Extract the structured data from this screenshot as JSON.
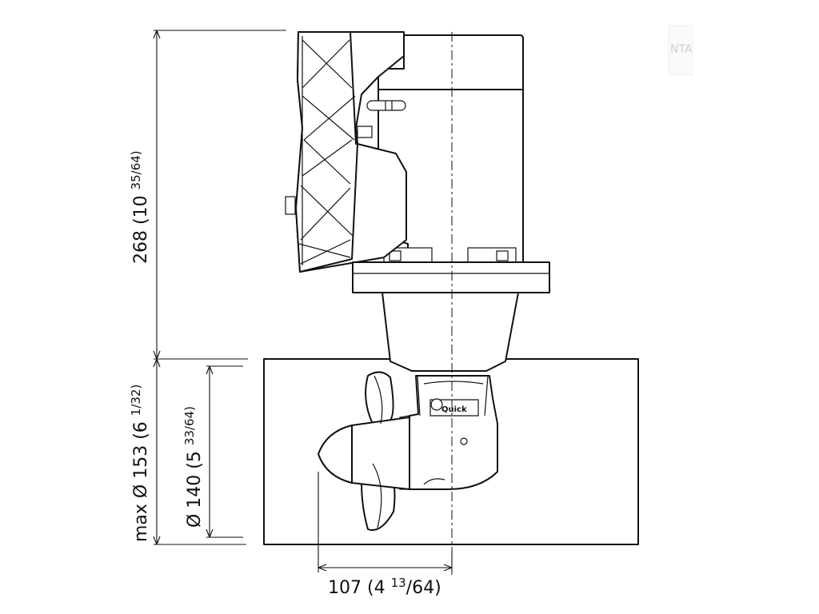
{
  "drawing": {
    "dimensions": {
      "height": {
        "main": "268 (10 ",
        "fraction": "35/64)"
      },
      "tunnel_max": {
        "main": "max Ø 153 (6 ",
        "fraction": "1/32)"
      },
      "tunnel_inner": {
        "main": "Ø 140 (5 ",
        "fraction": "33/64)"
      },
      "offset": {
        "main": "107 (4 ",
        "fraction_num": "13",
        "fraction_den": "/64)"
      }
    },
    "logo_text": "Quick",
    "corner_fragment": "NTA"
  }
}
